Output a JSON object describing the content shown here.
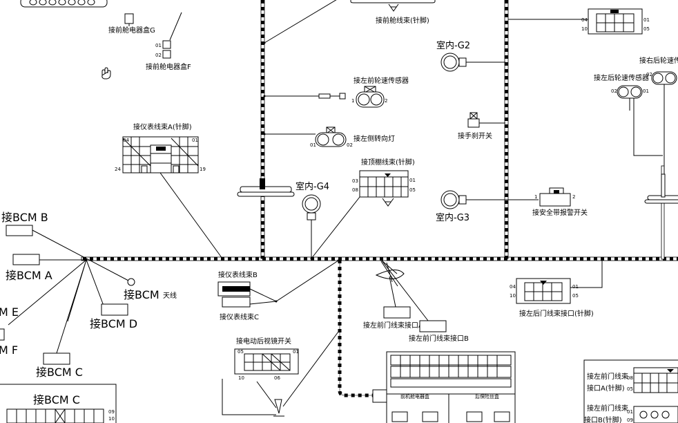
{
  "labels": {
    "fuse_box_g": "接前舱电器盒G",
    "fuse_box_f": "接前舱电器盒F",
    "front_harness_pin": "接前舱线束(针脚)",
    "indoor_g2": "室内-G2",
    "indoor_g4": "室内-G4",
    "indoor_g3": "室内-G3",
    "lf_wheel_sensor": "接左前轮速传感器",
    "left_turn_lamp": "接左侧转向灯",
    "handbrake_switch": "接手刹开关",
    "roof_harness_pin": "接顶棚线束(针脚)",
    "seatbelt_switch": "接安全带报警开关",
    "lr_wheel_sensor": "接左后轮速传感器",
    "rr_wheel_sensor": "接右后轮速传感器",
    "instrument_a_pin": "接仪表线束A(针脚)",
    "bcm_b": "接BCM  B",
    "bcm_a": "接BCM  A",
    "bcm_antenna": "接BCM",
    "antenna": "天线",
    "bcm_e": "M  E",
    "bcm_d": "接BCM  D",
    "bcm_f": "M  F",
    "bcm_c": "接BCM  C",
    "bcm_c2": "接BCM  C",
    "instrument_b": "接仪表线束B",
    "instrument_c": "接仪表线束C",
    "mirror_switch": "接电动后视镜开关",
    "lf_door_a": "接左前门线束接口A",
    "lf_door_b": "接左前门线束接口B",
    "lr_door_pin": "接左后门线束接口(针脚)",
    "fuse_box_left": "前机舱电器盒",
    "fuse_box_right": "后保险丝盒",
    "rf_door_a_1": "接左前门线束",
    "rf_door_a_2": "接口A(针脚)",
    "rf_door_b_1": "接左前门线束",
    "rf_door_b_2": "接口B(针脚)"
  },
  "pins": {
    "p01": "01",
    "p02": "02",
    "p03": "03",
    "p04": "04",
    "p05": "05",
    "p06": "06",
    "p08": "08",
    "p09": "09",
    "p10": "10",
    "p19": "19",
    "p24": "24",
    "p1": "1",
    "p2": "2"
  },
  "colors": {
    "line": "#000000",
    "background": "#ffffff"
  },
  "icons": {
    "cursor": "hand-cursor-icon"
  }
}
